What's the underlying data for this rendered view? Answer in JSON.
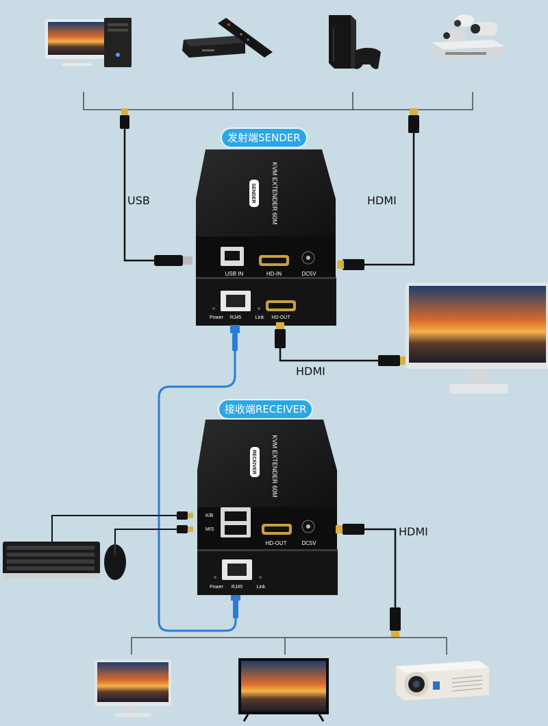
{
  "sender": {
    "title": "发射端SENDER",
    "top_label": "KVM EXTENDER 60M",
    "badge": "SENDER",
    "ports_top": [
      "USB IN",
      "HD-IN",
      "DC5V"
    ],
    "ports_bottom": [
      "Power",
      "RJ45",
      "Link",
      "HD-OUT"
    ]
  },
  "receiver": {
    "title": "接收端RECEIVER",
    "top_label": "KVM EXTENDER 60M",
    "badge": "RECEIVER",
    "ports_top": [
      "K/B",
      "M/S",
      "HD-OUT",
      "DC5V"
    ],
    "ports_bottom": [
      "Power",
      "RJ45",
      "Link"
    ]
  },
  "cables": {
    "usb": "USB",
    "hdmi_in": "HDMI",
    "hdmi_out_sender": "HDMI",
    "hdmi_out_receiver": "HDMI"
  },
  "sources": [
    "pc-icon",
    "set-top-box-icon",
    "game-console-icon",
    "dvr-camera-icon"
  ],
  "outputs": [
    "monitor-icon",
    "tv-icon",
    "projector-icon"
  ],
  "colors": {
    "background": "#c9dbe5",
    "badge": "#2aa7e6",
    "network_cable": "#2b7bd6",
    "device": "#1a1a1a"
  }
}
